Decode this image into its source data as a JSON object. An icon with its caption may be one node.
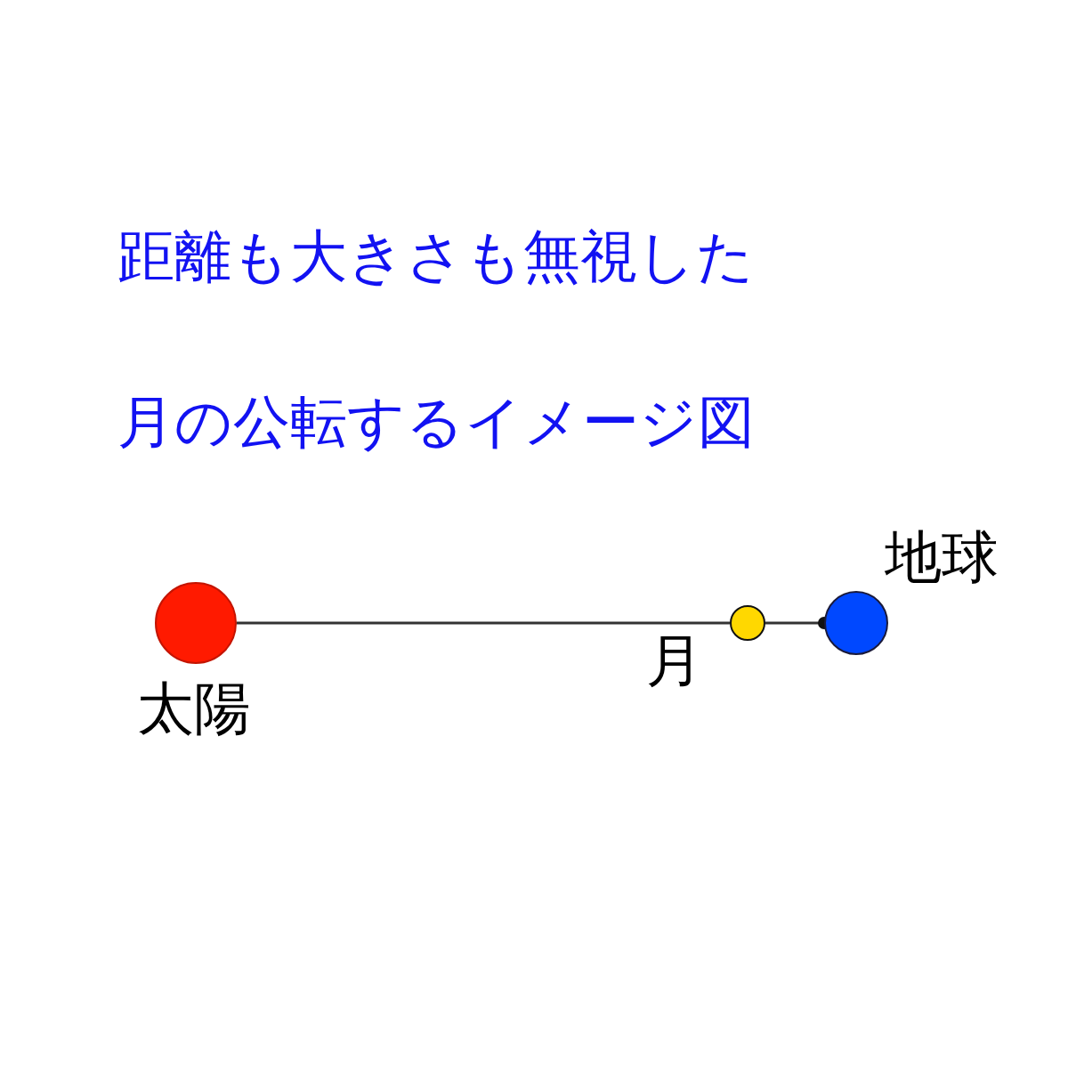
{
  "diagram": {
    "title": "距離も大きさも無視した月の公転するイメージ図",
    "nodes": [
      {
        "text": [],
        "shape": "circle",
        "beside": [
          "太陽"
        ]
      },
      {
        "text": [],
        "shape": "circle",
        "beside": [
          "月"
        ]
      },
      {
        "text": [],
        "shape": "circle",
        "beside": [
          "地球"
        ]
      }
    ],
    "edges": [
      {
        "from": 0,
        "to": 1,
        "arrow": "none"
      },
      {
        "from": 1,
        "to": 2,
        "arrow": "other"
      }
    ]
  }
}
